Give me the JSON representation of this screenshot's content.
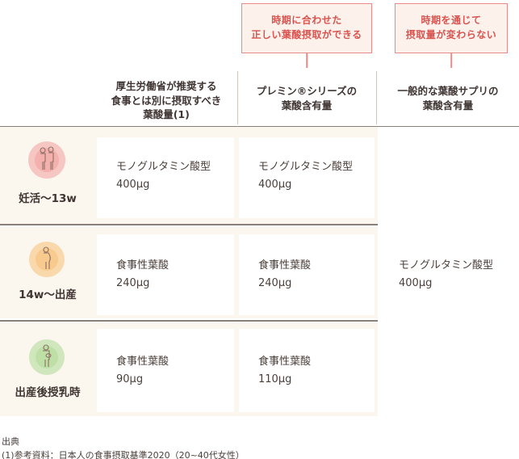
{
  "callouts": {
    "timing": {
      "line1": "時期に合わせた",
      "line2": "正しい葉酸摂取ができる"
    },
    "constant": {
      "line1": "時期を通じて",
      "line2": "摂取量が変わらない"
    }
  },
  "columns": {
    "recommended": {
      "line1": "厚生労働省が推奨する",
      "line2": "食事とは別に摂取すべき",
      "line3": "葉酸量(1)"
    },
    "premin": {
      "line1": "プレミン®シリーズの",
      "line2": "葉酸含有量"
    },
    "general": {
      "line1": "一般的な葉酸サプリの",
      "line2": "葉酸含有量"
    }
  },
  "rows": [
    {
      "stage": "妊活〜13w",
      "icon": "pregnancy-planning-couple-icon",
      "recommended": {
        "type": "モノグルタミン酸型",
        "amount": "400μg"
      },
      "premin": {
        "type": "モノグルタミン酸型",
        "amount": "400μg"
      }
    },
    {
      "stage": "14w〜出産",
      "icon": "pregnant-woman-icon",
      "recommended": {
        "type": "食事性葉酸",
        "amount": "240μg"
      },
      "premin": {
        "type": "食事性葉酸",
        "amount": "240μg"
      }
    },
    {
      "stage": "出産後授乳時",
      "icon": "mother-with-baby-icon",
      "recommended": {
        "type": "食事性葉酸",
        "amount": "90μg"
      },
      "premin": {
        "type": "食事性葉酸",
        "amount": "110μg"
      }
    }
  ],
  "general_supplement": {
    "type": "モノグルタミン酸型",
    "amount": "400μg"
  },
  "footnote": {
    "title": "出典",
    "reference": "(1)参考資料：日本人の食事摂取基準2020（20~40代女性）"
  },
  "colors": {
    "accent": "#d9534f",
    "callout_bg": "#fdf1ec",
    "row_bg": "#fbf6ee",
    "stage1_blob": "#f4b6b4",
    "stage2_blob": "#f8cf94",
    "stage3_blob": "#c5e3b1"
  }
}
